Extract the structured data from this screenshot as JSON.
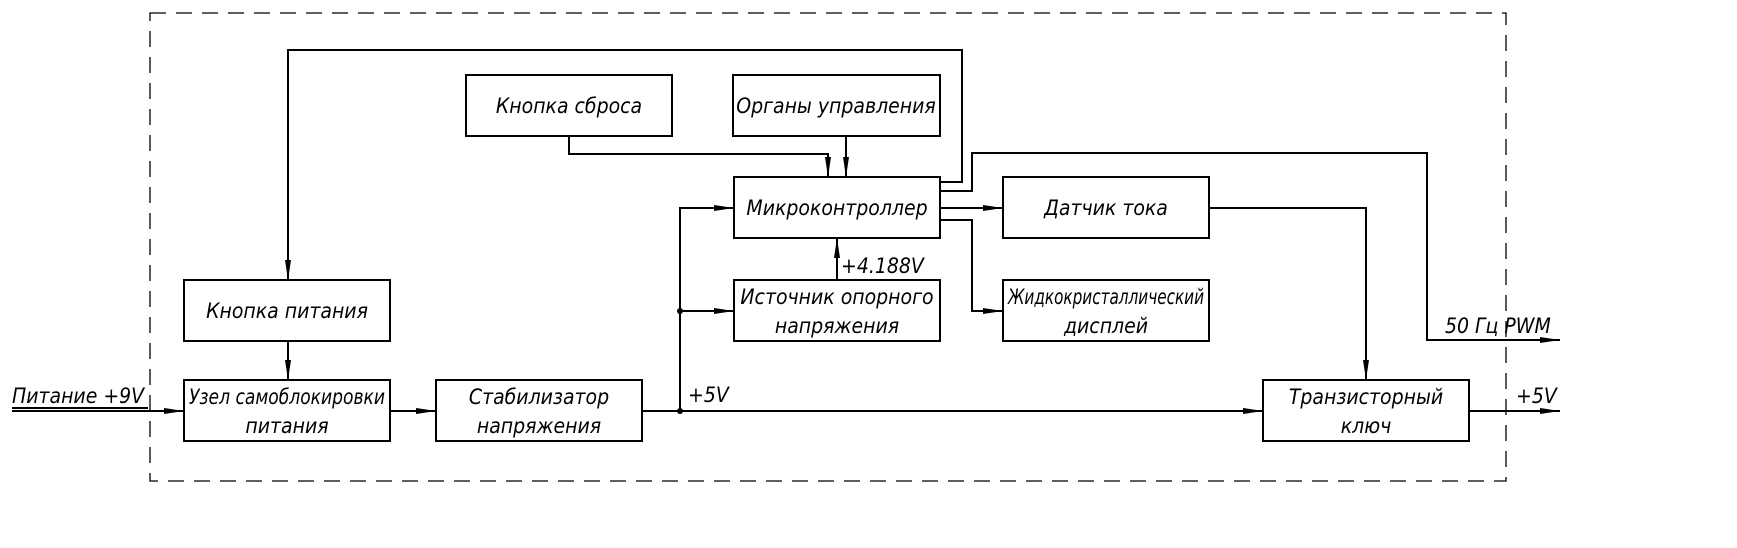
{
  "diagram": {
    "type": "block-diagram",
    "blocks": {
      "reset_button": {
        "lines": [
          "Кнопка сброса"
        ]
      },
      "controls": {
        "lines": [
          "Органы управления"
        ]
      },
      "mcu": {
        "lines": [
          "Микроконтроллер"
        ]
      },
      "current_sensor": {
        "lines": [
          "Датчик тока"
        ]
      },
      "vref": {
        "lines": [
          "Источник опорного",
          "напряжения"
        ]
      },
      "lcd": {
        "lines": [
          "Жидкокристаллический",
          "дисплей"
        ]
      },
      "power_button": {
        "lines": [
          "Кнопка питания"
        ]
      },
      "self_lock": {
        "lines": [
          "Узел самоблокировки",
          "питания"
        ]
      },
      "stabilizer": {
        "lines": [
          "Стабилизатор",
          "напряжения"
        ]
      },
      "transistor_switch": {
        "lines": [
          "Транзисторный",
          "ключ"
        ]
      }
    },
    "signals": {
      "power_in": "Питание +9V",
      "v5_internal": "+5V",
      "vref_value": "+4.188V",
      "pwm_out": "50 Гц PWM",
      "v5_out": "+5V"
    },
    "connections": [
      {
        "from": "power_in",
        "to": "self_lock"
      },
      {
        "from": "power_button",
        "to": "self_lock"
      },
      {
        "from": "self_lock",
        "to": "stabilizer"
      },
      {
        "from": "stabilizer",
        "to": "mcu",
        "label": "+5V"
      },
      {
        "from": "stabilizer",
        "to": "vref",
        "label": "+5V"
      },
      {
        "from": "stabilizer",
        "to": "transistor_switch",
        "label": "+5V"
      },
      {
        "from": "vref",
        "to": "mcu",
        "label": "+4.188V"
      },
      {
        "from": "reset_button",
        "to": "mcu"
      },
      {
        "from": "controls",
        "to": "mcu"
      },
      {
        "from": "mcu",
        "to": "power_button"
      },
      {
        "from": "mcu",
        "to": "current_sensor"
      },
      {
        "from": "mcu",
        "to": "lcd"
      },
      {
        "from": "mcu",
        "to": "pwm_out",
        "label": "50 Гц PWM"
      },
      {
        "from": "current_sensor",
        "to": "transistor_switch"
      },
      {
        "from": "transistor_switch",
        "to": "v5_out",
        "label": "+5V"
      }
    ]
  }
}
